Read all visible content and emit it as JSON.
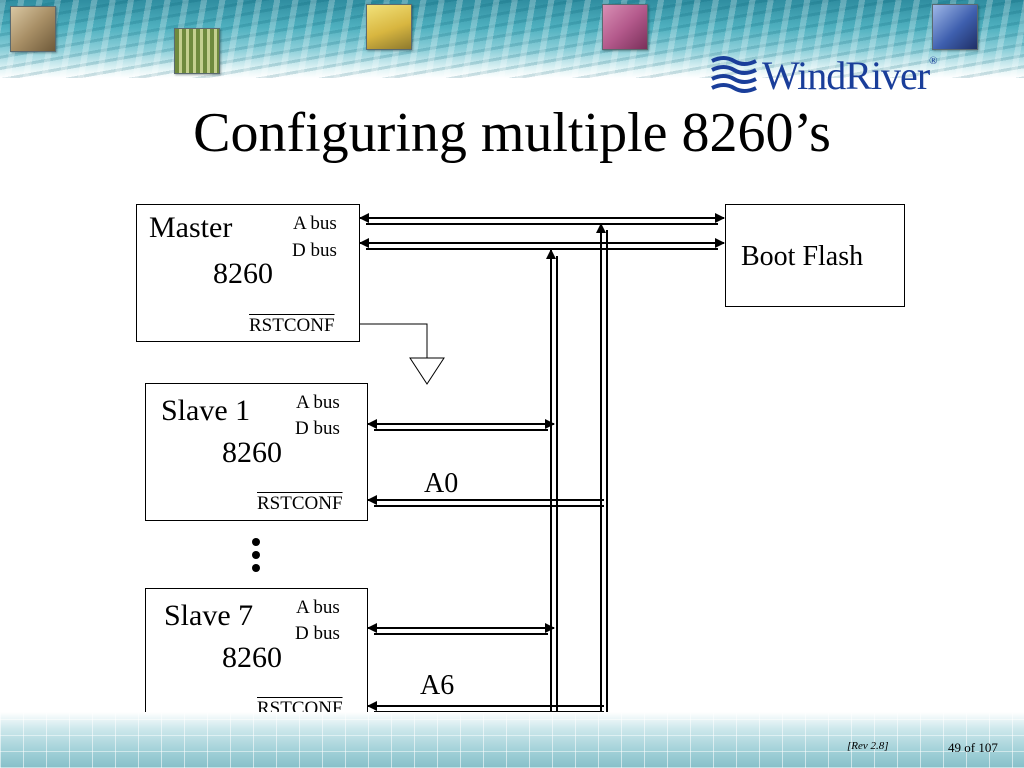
{
  "slide": {
    "title": "Configuring multiple 8260’s",
    "logo_text": "WindRiver",
    "logo_mark": "®",
    "footer_rev": "[Rev 2.8]",
    "footer_page": "49 of 107"
  },
  "diagram": {
    "master": {
      "name": "Master",
      "chip": "8260",
      "a_bus": "A bus",
      "d_bus": "D bus",
      "rst": "RSTCONF"
    },
    "slave1": {
      "name": "Slave 1",
      "chip": "8260",
      "a_bus": "A bus",
      "d_bus": "D bus",
      "rst": "RSTCONF"
    },
    "slave7": {
      "name": "Slave 7",
      "chip": "8260",
      "a_bus": "A bus",
      "d_bus": "D bus",
      "rst": "RSTCONF"
    },
    "boot_flash": "Boot Flash",
    "a0_label": "A0",
    "a6_label": "A6"
  }
}
